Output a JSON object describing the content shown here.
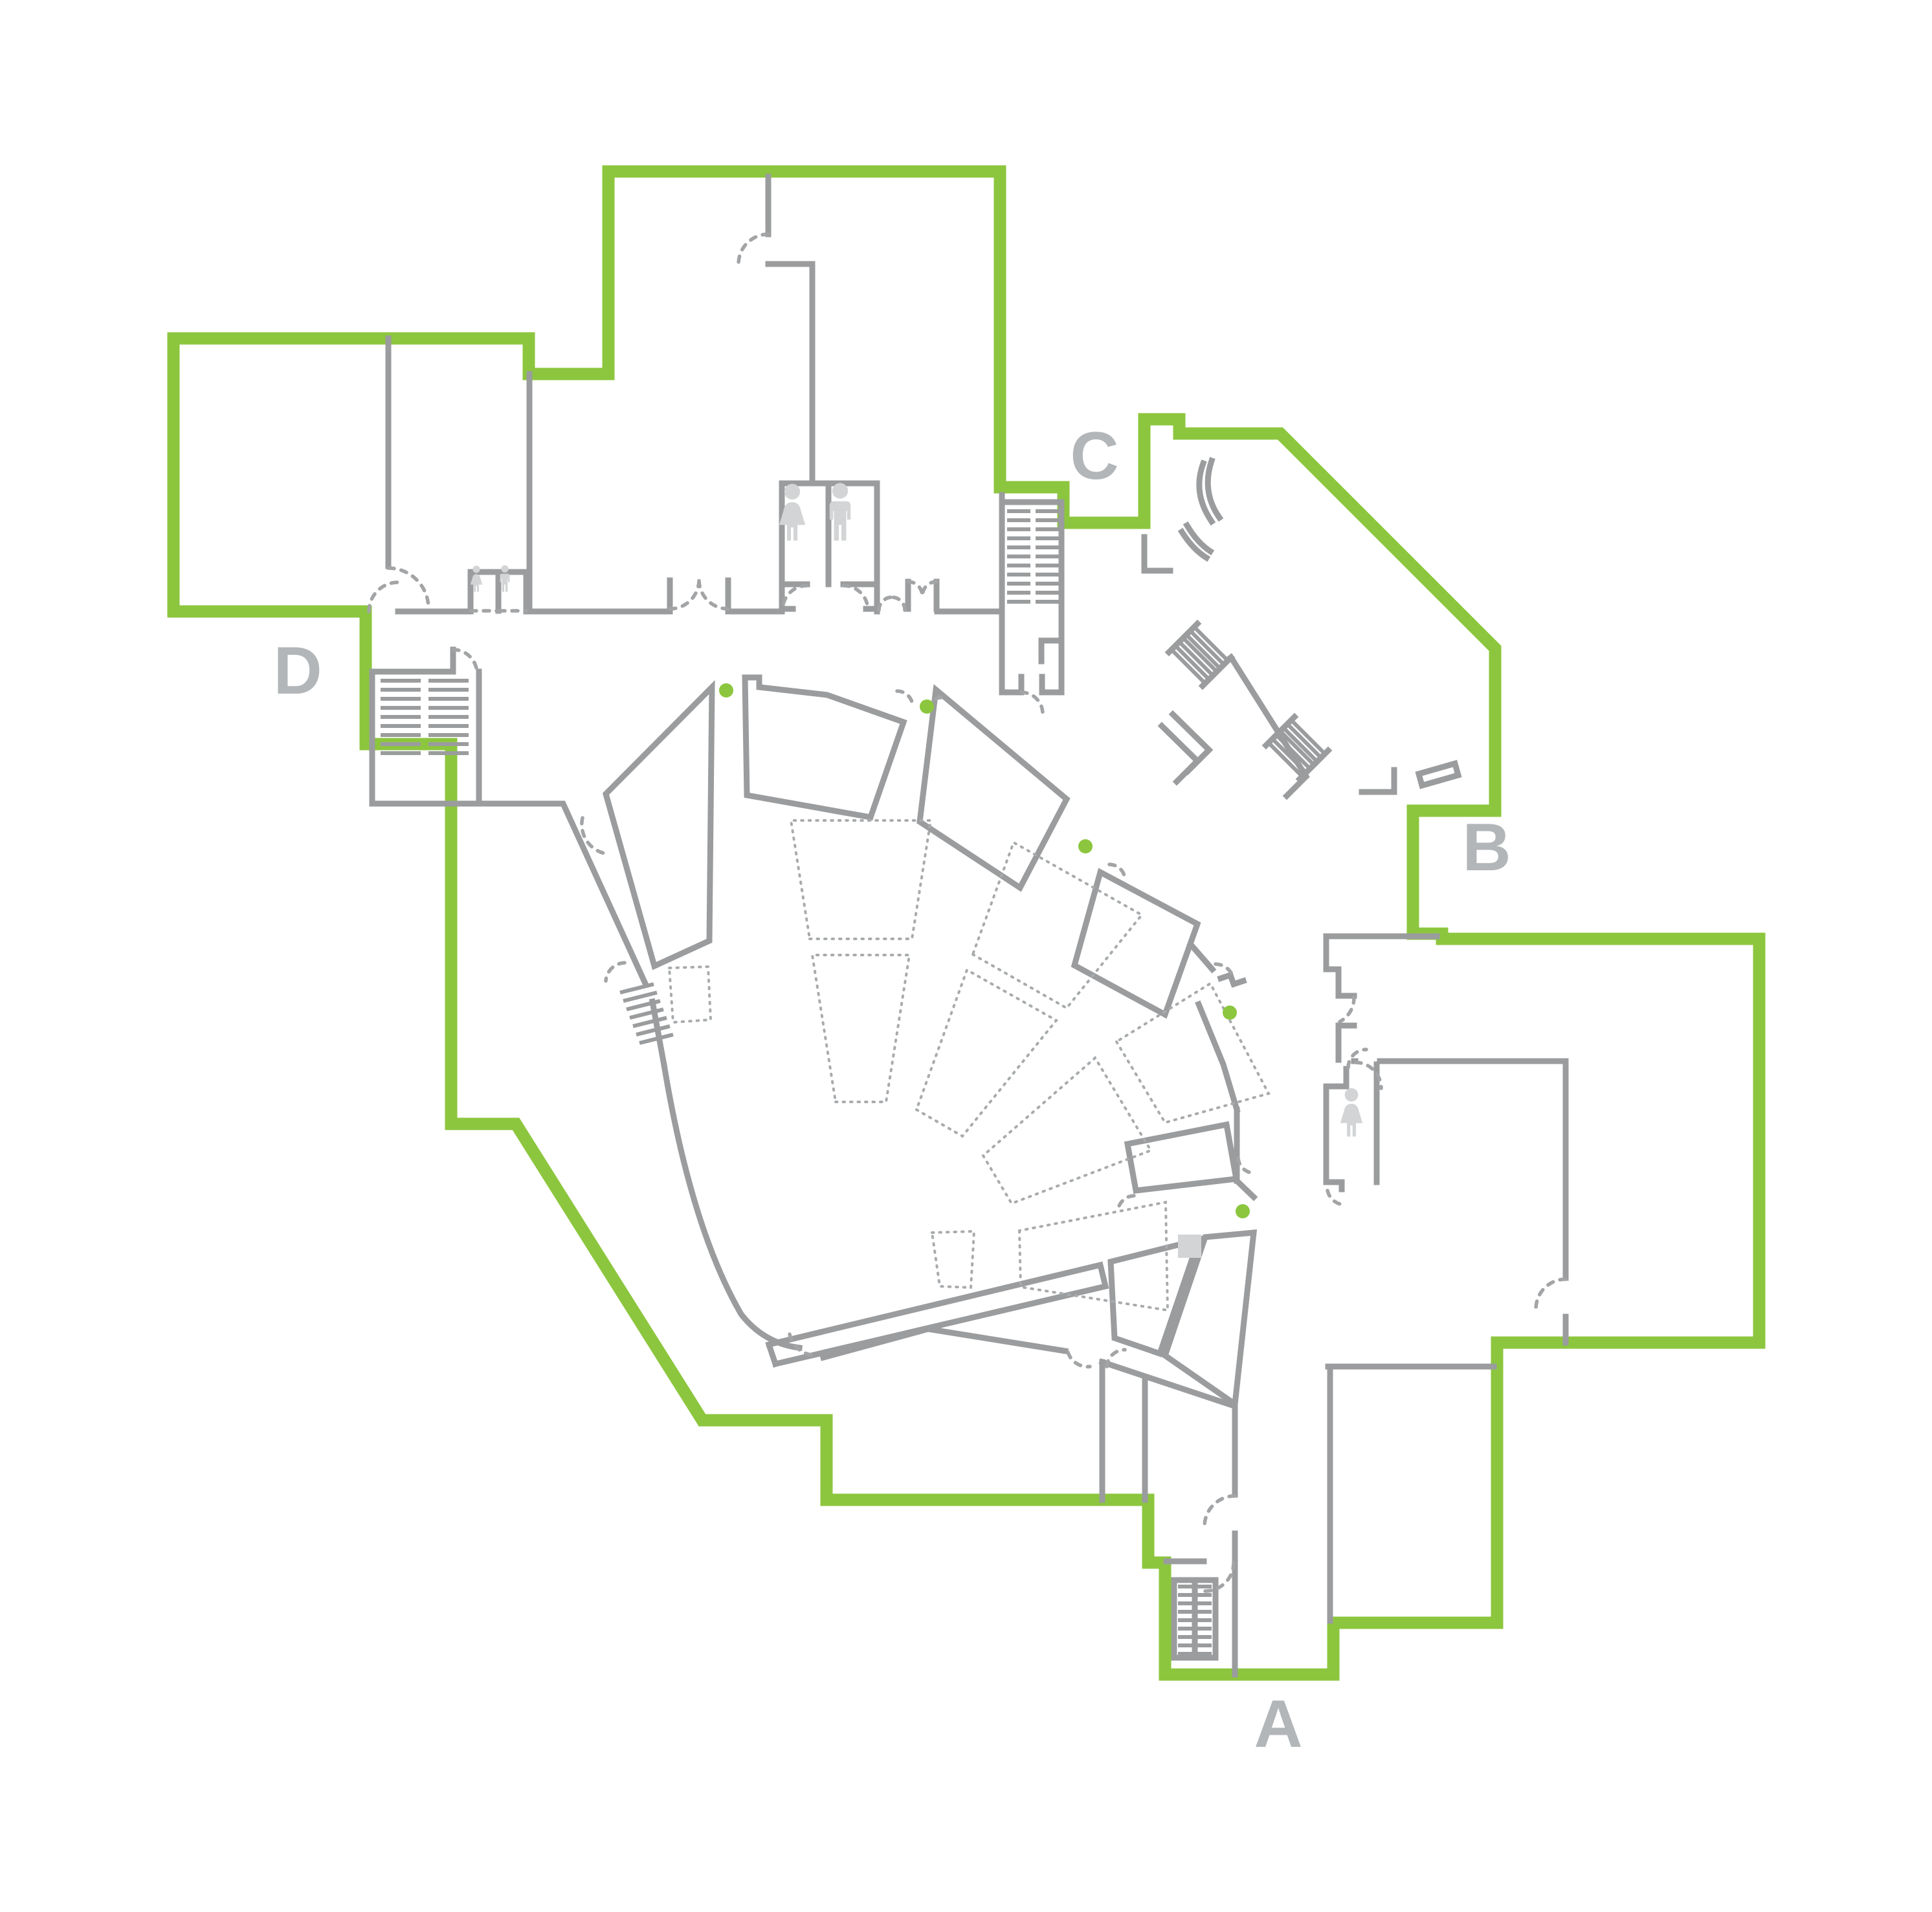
{
  "map": {
    "type": "venue-floor-plan",
    "entrances": [
      {
        "id": "A",
        "label": "A"
      },
      {
        "id": "B",
        "label": "B"
      },
      {
        "id": "C",
        "label": "C"
      },
      {
        "id": "D",
        "label": "D"
      }
    ],
    "colors": {
      "outline": "#8CC63E",
      "walls": "#9A9C9E",
      "doors": "#A2A4A6",
      "dotted": "#A8ABAD",
      "labels": "#B3B6B8",
      "icons": "#D2D4D5",
      "entry_dots": "#8CC63E",
      "background": "#FFFFFF"
    },
    "markers": {
      "entry_dot_count": 5
    },
    "icons": [
      {
        "name": "stairs-icon",
        "count": 6
      },
      {
        "name": "restroom-woman-icon",
        "count": 3
      },
      {
        "name": "restroom-man-icon",
        "count": 2
      },
      {
        "name": "door-swing-icon",
        "count": 25
      }
    ]
  }
}
